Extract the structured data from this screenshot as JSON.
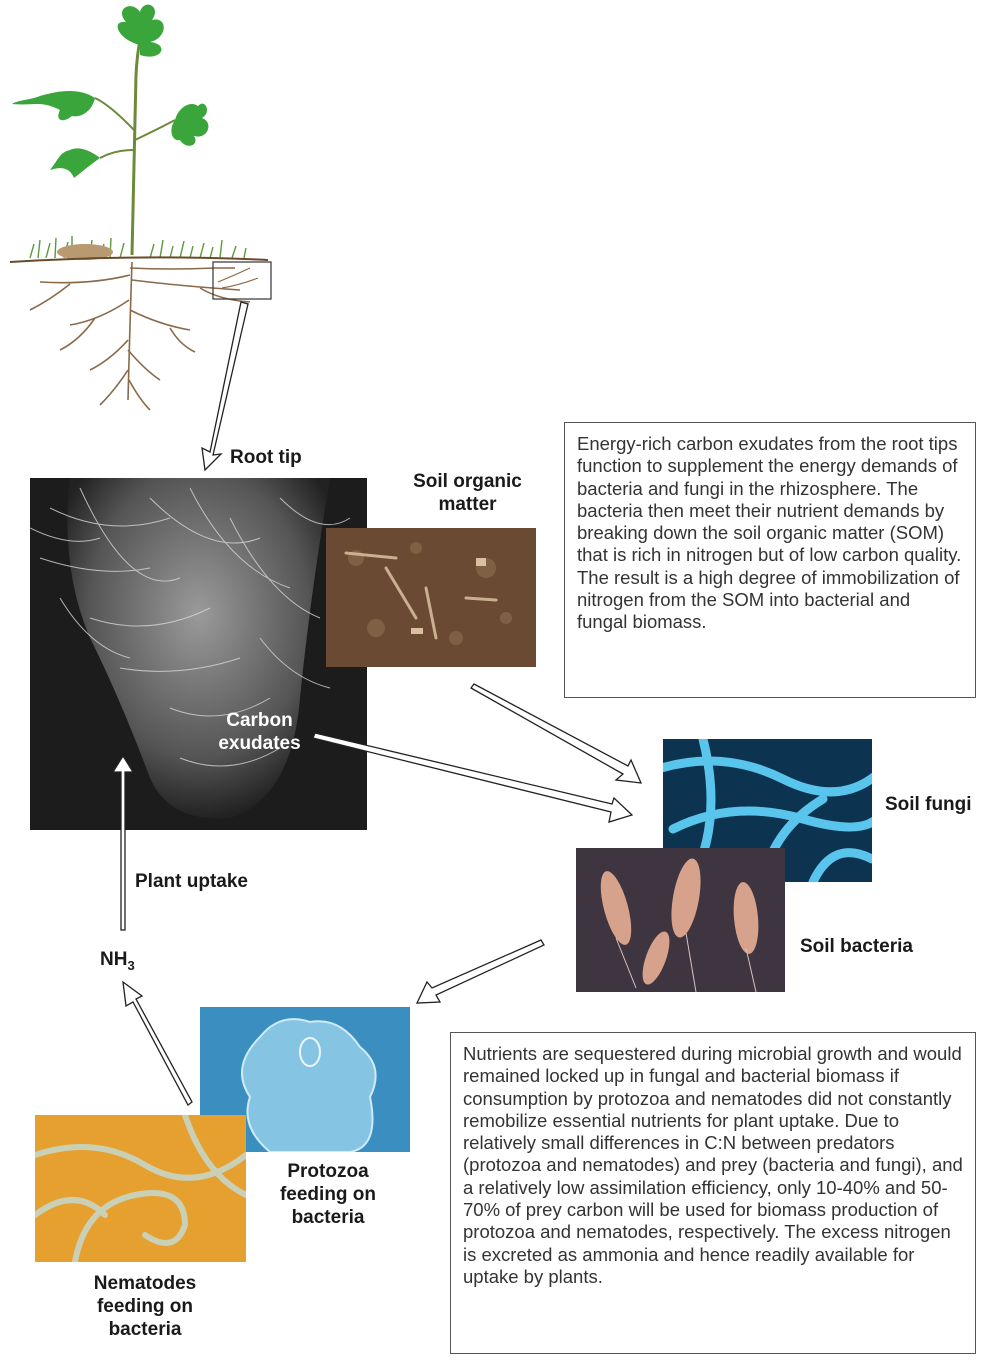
{
  "labels": {
    "root_tip": "Root tip",
    "soil_organic_matter": "Soil organic matter",
    "carbon_exudates": "Carbon exudates",
    "soil_fungi": "Soil fungi",
    "soil_bacteria": "Soil bacteria",
    "plant_uptake": "Plant uptake",
    "nh3_base": "NH",
    "nh3_sub": "3",
    "protozoa": "Protozoa feeding on bacteria",
    "nematodes": "Nematodes feeding on bacteria"
  },
  "info_boxes": {
    "top": "Energy-rich carbon exudates from the root tips function to supplement the energy demands of bacteria and fungi in the rhizosphere. The bacteria then meet their nutrient demands by breaking down the soil organic matter (SOM) that is rich in nitrogen but of low carbon quality. The result is a high degree of immobilization of nitrogen from the SOM into bacterial and fungal biomass.",
    "bottom": "Nutrients are sequestered during microbial growth and would remained locked up in fungal and bacterial biomass if consumption by protozoa and nematodes did not constantly remobilize essential nutrients for plant uptake. Due to relatively small differences in C:N between predators (protozoa and nematodes) and prey (bacteria and fungi), and a relatively low assimilation efficiency, only 10-40% and 50-70% of prey carbon will be used for biomass production of protozoa and nematodes, respectively. The excess nitrogen is excreted as ammonia and hence readily available for uptake by plants."
  },
  "colors": {
    "leaf": "#3aa53a",
    "stem": "#6b8a3a",
    "root": "#8a6a4a",
    "fungi": "#4fb8e0",
    "bacteria": "#e0a890",
    "protozoa_bg": "#3b8fc0",
    "nematode_bg": "#e8a030"
  }
}
